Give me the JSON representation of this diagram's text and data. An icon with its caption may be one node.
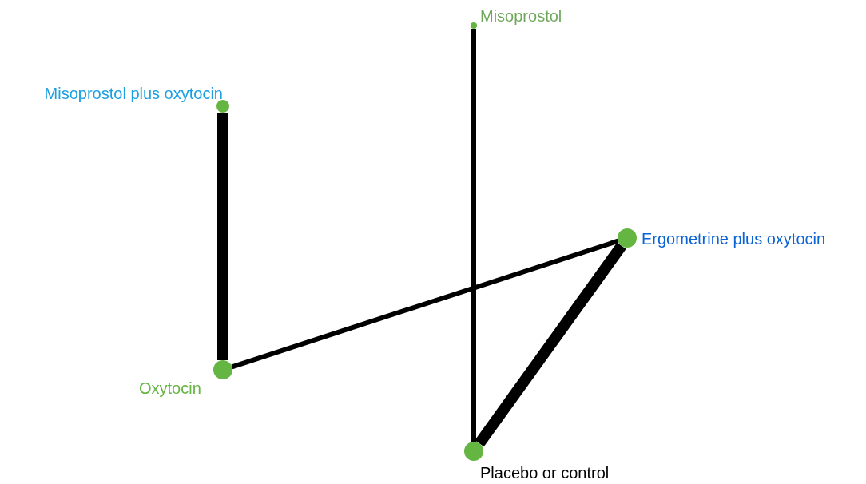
{
  "diagram": {
    "nodes": [
      {
        "text": [
          "Misoprostol"
        ]
      },
      {
        "text": [
          "Misoprostol plus oxytocin"
        ]
      },
      {
        "text": [
          "Ergometrine plus oxytocin"
        ]
      },
      {
        "text": [
          "Oxytocin"
        ]
      },
      {
        "text": [
          "Placebo or control"
        ]
      }
    ],
    "edges": [
      {
        "from": 1,
        "to": 3,
        "arrow": "none",
        "style": "thick"
      },
      {
        "from": 3,
        "to": 2,
        "arrow": "none"
      },
      {
        "from": 0,
        "to": 4,
        "arrow": "none"
      },
      {
        "from": 2,
        "to": 4,
        "arrow": "none",
        "style": "thick"
      }
    ]
  }
}
